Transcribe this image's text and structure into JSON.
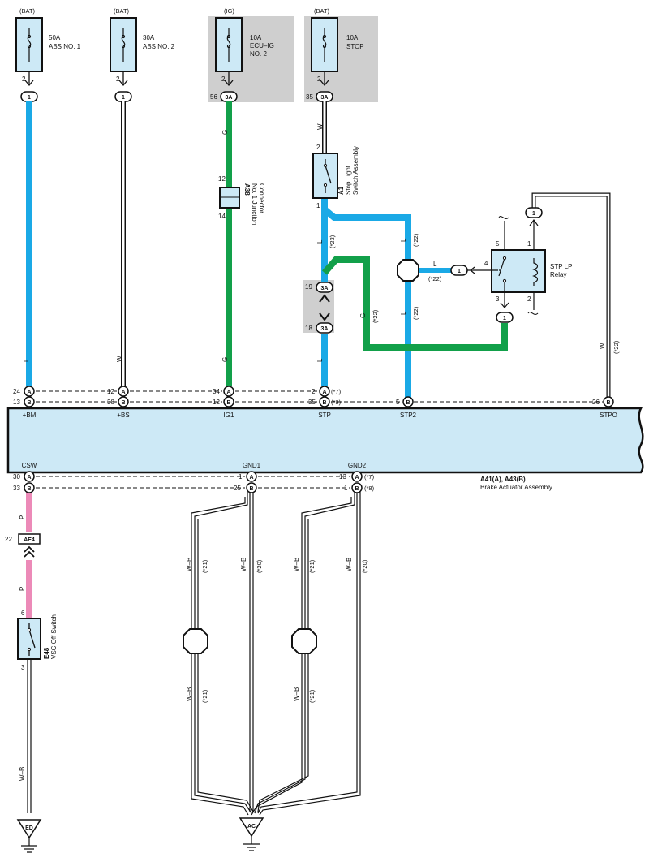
{
  "colors": {
    "L": "#1aa9e6",
    "G": "#12a04a",
    "P": "#ec8ab8",
    "fill_part": "#cde9f6",
    "shade": "#cfcfcf",
    "ink": "#111111"
  },
  "fuses": [
    {
      "source": "(BAT)",
      "rating": "50A",
      "name": "ABS NO. 1",
      "pin": "2",
      "conn": "1",
      "conn_pin": ""
    },
    {
      "source": "(BAT)",
      "rating": "30A",
      "name": "ABS NO. 2",
      "pin": "2",
      "conn": "1",
      "conn_pin": ""
    },
    {
      "source": "(IG)",
      "rating": "10A",
      "name1": "ECU–IG",
      "name2": "NO. 2",
      "pin": "2",
      "conn": "3A",
      "conn_pin": "56"
    },
    {
      "source": "(BAT)",
      "rating": "10A",
      "name": "STOP",
      "pin": "2",
      "conn": "3A",
      "conn_pin": "35"
    }
  ],
  "wires": {
    "L": "L",
    "W": "W",
    "G": "G",
    "P": "P",
    "WB": "W–B",
    "n22": "(*22)",
    "n23": "(*23)",
    "n21": "(*21)",
    "n20": "(*20)"
  },
  "junction": {
    "pin_top": "12",
    "pin_bottom": "14",
    "code": "A38",
    "name1": "No. 1 Junction",
    "name2": "Connector"
  },
  "stop_switch": {
    "pin_top": "2",
    "pin_bottom": "1",
    "code": "A1",
    "name1": "Stop Light",
    "name2": "Switch Assembly"
  },
  "inline_conn": {
    "pin_top": "19",
    "pin_bottom": "18",
    "code": "3A"
  },
  "relay": {
    "name1": "STP LP",
    "name2": "Relay",
    "p5": "5",
    "p1": "1",
    "p4": "4",
    "p3": "3",
    "p2": "2",
    "conn": "1"
  },
  "ecu": {
    "pins_top": [
      {
        "a": "24",
        "b": "13",
        "label": "+BM"
      },
      {
        "a": "12",
        "b": "38",
        "label": "+BS"
      },
      {
        "a": "34",
        "b": "12",
        "label": "IG1"
      },
      {
        "a": "2",
        "b": "35",
        "label": "STP",
        "na": "(*7)",
        "nb": "(*8)"
      },
      {
        "b": "5",
        "label": "STP2"
      },
      {
        "b": "26",
        "label": "STPO"
      }
    ],
    "pins_bottom": [
      {
        "a": "30",
        "b": "33",
        "label": "CSW"
      },
      {
        "a": "1",
        "b": "25",
        "label": "GND1"
      },
      {
        "a": "13",
        "b": "1",
        "label": "GND2",
        "na": "(*7)",
        "nb": "(*8)"
      }
    ],
    "code": "A41(A), A43(B)",
    "name": "Brake Actuator Assembly"
  },
  "conn_A": "A",
  "conn_B": "B",
  "ae4": {
    "pin": "22",
    "code": "AE4"
  },
  "vsc_switch": {
    "pin_top": "6",
    "pin_bottom": "3",
    "code": "E48",
    "name": "VSC Off Switch"
  },
  "grounds": [
    {
      "label": "ED"
    },
    {
      "label": "AC"
    }
  ]
}
